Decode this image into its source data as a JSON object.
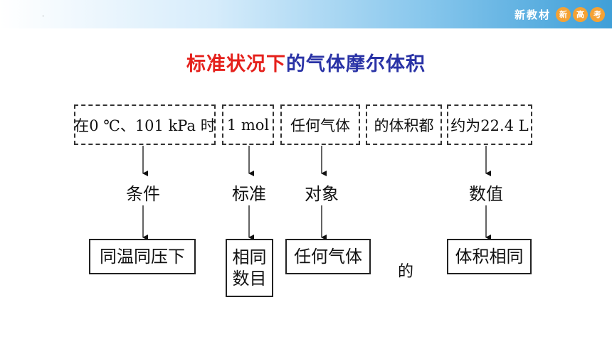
{
  "header": {
    "brand": "新教材",
    "badges": [
      "新",
      "高",
      "考"
    ]
  },
  "title": {
    "part_red": "标准状况下",
    "part_blue": "的气体摩尔体积"
  },
  "phrases": [
    "在0 ℃、101 kPa 时",
    "1 mol",
    "任何气体",
    "的体积都",
    "约为22.4 L"
  ],
  "labels": [
    "条件",
    "标准",
    "对象",
    "数值"
  ],
  "results": {
    "condition": "同温同压下",
    "standard_line1": "相同",
    "standard_line2": "数目",
    "object": "任何气体",
    "connector": "的",
    "value": "体积相同"
  },
  "colors": {
    "title_red": "#e5211c",
    "title_blue": "#2a33a6",
    "badge": "#f4a235",
    "bar_end": "#3f9fd8"
  }
}
